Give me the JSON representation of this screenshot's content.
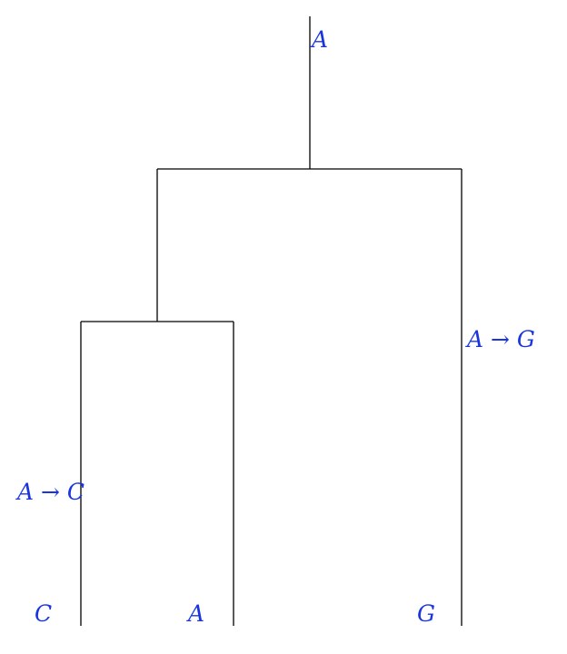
{
  "diagram": {
    "type": "phylogenetic-tree",
    "colors": {
      "branch": "#000000",
      "label": "#1a35e0"
    },
    "root": {
      "state": "A"
    },
    "mutations": {
      "a_to_c": "A → C",
      "a_to_g": "A → G"
    },
    "leaves": {
      "c": "C",
      "a": "A",
      "g": "G"
    }
  }
}
